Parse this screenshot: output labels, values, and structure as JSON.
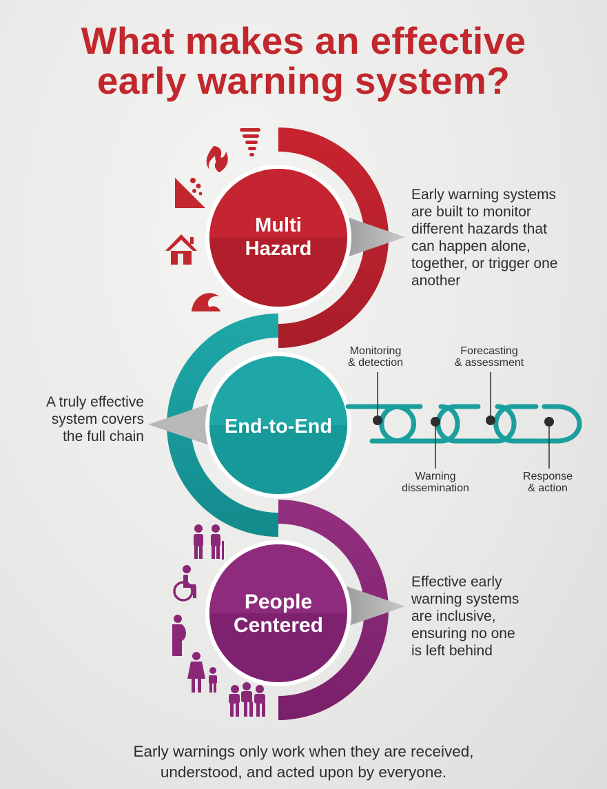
{
  "title": {
    "line1": "What makes an effective",
    "line2": "early warning system?"
  },
  "hubs": {
    "multi_hazard": {
      "line1": "Multi",
      "line2": "Hazard",
      "color": "#b5202e",
      "description": [
        "Early warning systems",
        "are built to monitor",
        "different hazards that",
        "can happen alone,",
        "together, or trigger one",
        "another"
      ],
      "icons": [
        "tornado-icon",
        "fire-icon",
        "landslide-icon",
        "house-damage-icon",
        "tsunami-wave-icon"
      ]
    },
    "end_to_end": {
      "label": "End-to-End",
      "color": "#1a9e9e",
      "description": [
        "A truly effective",
        "system covers",
        "the full chain"
      ]
    },
    "people_centered": {
      "line1": "People",
      "line2": "Centered",
      "color": "#8a2877",
      "description": [
        "Effective early",
        "warning systems",
        "are inclusive,",
        "ensuring no one",
        "is left behind"
      ],
      "icons": [
        "elderly-couple-icon",
        "wheelchair-user-icon",
        "pregnant-woman-icon",
        "parent-child-icon",
        "family-group-icon"
      ]
    }
  },
  "chain": {
    "top_labels": [
      {
        "line1": "Monitoring",
        "line2": "& detection"
      },
      {
        "line1": "Forecasting",
        "line2": "& assessment"
      }
    ],
    "bottom_labels": [
      {
        "line1": "Warning",
        "line2": "dissemination"
      },
      {
        "line1": "Response",
        "line2": "& action"
      }
    ]
  },
  "footer": {
    "line1": "Early warnings only work when they are received,",
    "line2": "understood, and acted upon by everyone."
  }
}
